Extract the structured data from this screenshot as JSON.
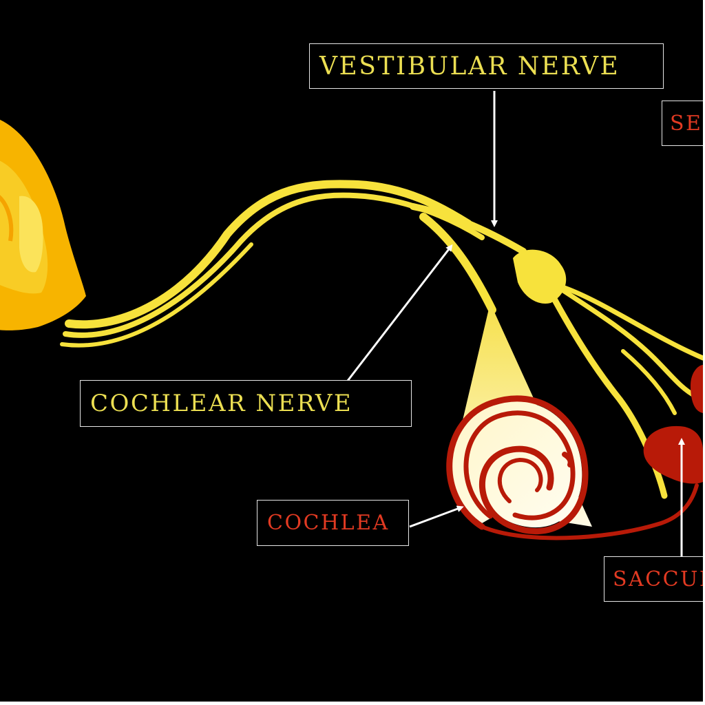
{
  "labels": {
    "vestibular_nerve": "VESTIBULAR NERVE",
    "cochlear_nerve": "COCHLEAR NERVE",
    "cochlea": "COCHLEA",
    "saccule": "SACCULE",
    "semicircular": "SEMICIRCULAR CANALS"
  },
  "colors": {
    "background": "#000000",
    "nerve": "#f7e23c",
    "nerve_label": "#ecdf52",
    "organ": "#b81a08",
    "organ_label": "#e23a22",
    "brainstem": "#f7b400",
    "arrow": "#ffffff",
    "box_border": "#e8e8e8"
  }
}
